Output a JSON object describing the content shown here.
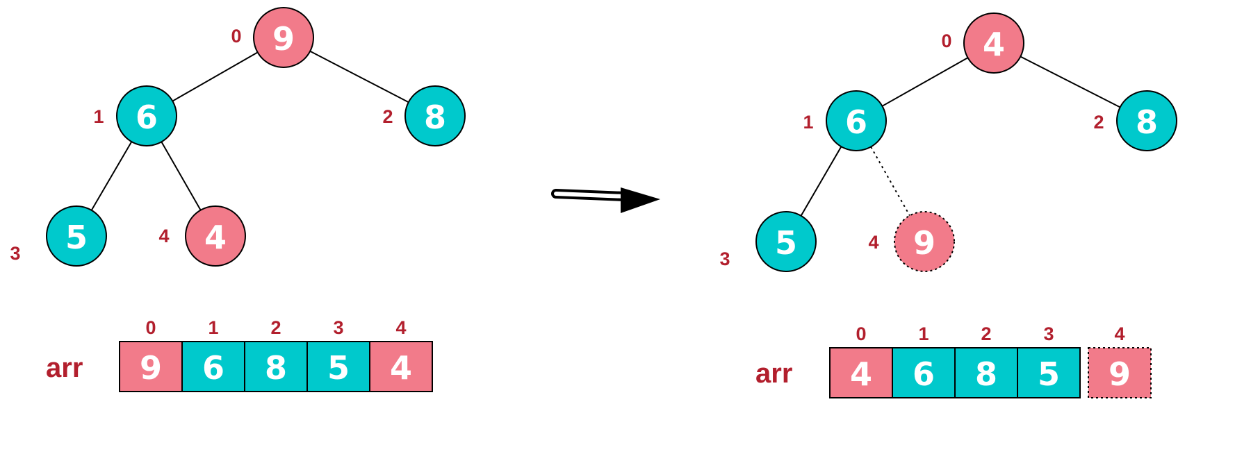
{
  "colors": {
    "pink": "#f27b8a",
    "teal": "#00c9cc",
    "label_red": "#b21f2d",
    "stroke": "#000000"
  },
  "before": {
    "nodes": [
      {
        "value": "9",
        "index": "0",
        "color": "pink",
        "parent": null
      },
      {
        "value": "6",
        "index": "1",
        "color": "teal",
        "parent": 0
      },
      {
        "value": "8",
        "index": "2",
        "color": "teal",
        "parent": 0
      },
      {
        "value": "5",
        "index": "3",
        "color": "teal",
        "parent": 1
      },
      {
        "value": "4",
        "index": "4",
        "color": "pink",
        "parent": 1
      }
    ],
    "array": {
      "label": "arr",
      "cells": [
        {
          "value": "9",
          "index": "0",
          "color": "pink"
        },
        {
          "value": "6",
          "index": "1",
          "color": "teal"
        },
        {
          "value": "8",
          "index": "2",
          "color": "teal"
        },
        {
          "value": "5",
          "index": "3",
          "color": "teal"
        },
        {
          "value": "4",
          "index": "4",
          "color": "pink"
        }
      ]
    }
  },
  "after": {
    "nodes": [
      {
        "value": "4",
        "index": "0",
        "color": "pink",
        "parent": null
      },
      {
        "value": "6",
        "index": "1",
        "color": "teal",
        "parent": 0
      },
      {
        "value": "8",
        "index": "2",
        "color": "teal",
        "parent": 0
      },
      {
        "value": "5",
        "index": "3",
        "color": "teal",
        "parent": 1
      },
      {
        "value": "9",
        "index": "4",
        "color": "pink",
        "parent": 1,
        "removed": true
      }
    ],
    "array": {
      "label": "arr",
      "cells": [
        {
          "value": "4",
          "index": "0",
          "color": "pink"
        },
        {
          "value": "6",
          "index": "1",
          "color": "teal"
        },
        {
          "value": "8",
          "index": "2",
          "color": "teal"
        },
        {
          "value": "5",
          "index": "3",
          "color": "teal"
        },
        {
          "value": "9",
          "index": "4",
          "color": "pink",
          "removed": true
        }
      ]
    }
  }
}
